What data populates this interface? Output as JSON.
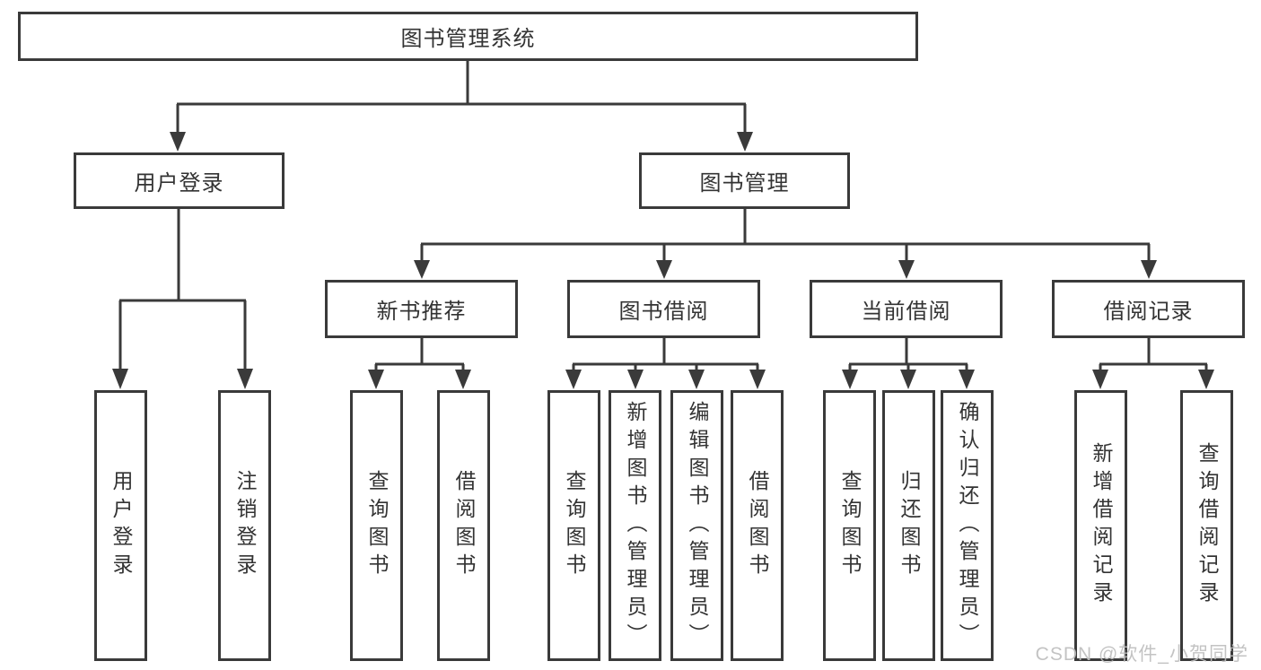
{
  "diagram_title": "图书管理系统",
  "tree": {
    "label": "图书管理系统",
    "children": [
      {
        "label": "用户登录",
        "children": [
          {
            "label": "用户登录"
          },
          {
            "label": "注销登录"
          }
        ]
      },
      {
        "label": "图书管理",
        "children": [
          {
            "label": "新书推荐",
            "children": [
              {
                "label": "查询图书"
              },
              {
                "label": "借阅图书"
              }
            ]
          },
          {
            "label": "图书借阅",
            "children": [
              {
                "label": "查询图书"
              },
              {
                "label": "新增图书（管理员）"
              },
              {
                "label": "编辑图书（管理员）"
              },
              {
                "label": "借阅图书"
              }
            ]
          },
          {
            "label": "当前借阅",
            "children": [
              {
                "label": "查询图书"
              },
              {
                "label": "归还图书"
              },
              {
                "label": "确认归还（管理员）"
              }
            ]
          },
          {
            "label": "借阅记录",
            "children": [
              {
                "label": "新增借阅记录"
              },
              {
                "label": "查询借阅记录"
              }
            ]
          }
        ]
      }
    ]
  },
  "watermark": {
    "text": "CSDN @软件_小贺同学"
  },
  "colors": {
    "line": "#3a3a3a",
    "text": "#333333",
    "background": "#ffffff",
    "watermark": "#bebebe"
  }
}
